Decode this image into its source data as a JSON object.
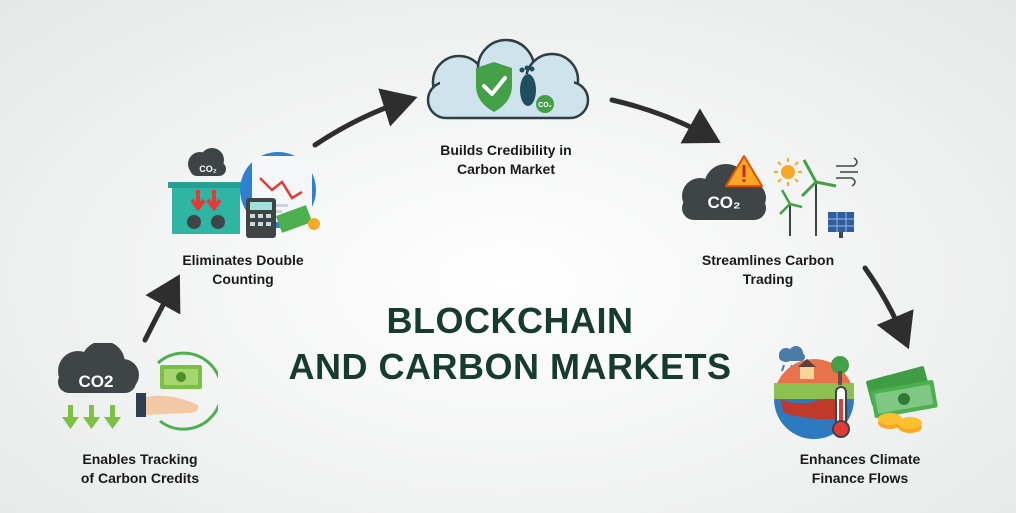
{
  "title": {
    "line1": "BLOCKCHAIN",
    "line2": "AND CARBON MARKETS"
  },
  "steps": [
    {
      "line1": "Enables Tracking",
      "line2": "of Carbon Credits",
      "icon": "co2-cloud-money-hand-icon"
    },
    {
      "line1": "Eliminates Double",
      "line2": "Counting",
      "icon": "co2-factory-calculator-report-icon"
    },
    {
      "line1": "Builds Credibility in",
      "line2": "Carbon Market",
      "icon": "shield-footprint-cloud-icon"
    },
    {
      "line1": "Streamlines Carbon",
      "line2": "Trading",
      "icon": "co2-warning-wind-solar-icon"
    },
    {
      "line1": "Enhances Climate",
      "line2": "Finance Flows",
      "icon": "earth-thermometer-money-icon"
    }
  ],
  "icon_texts": {
    "co2": "CO2",
    "co2_small": "CO₂"
  },
  "colors": {
    "title": "#173b2e",
    "arrow": "#2e2e2e",
    "green": "#43a047",
    "cloud": "#cfe3ec"
  }
}
